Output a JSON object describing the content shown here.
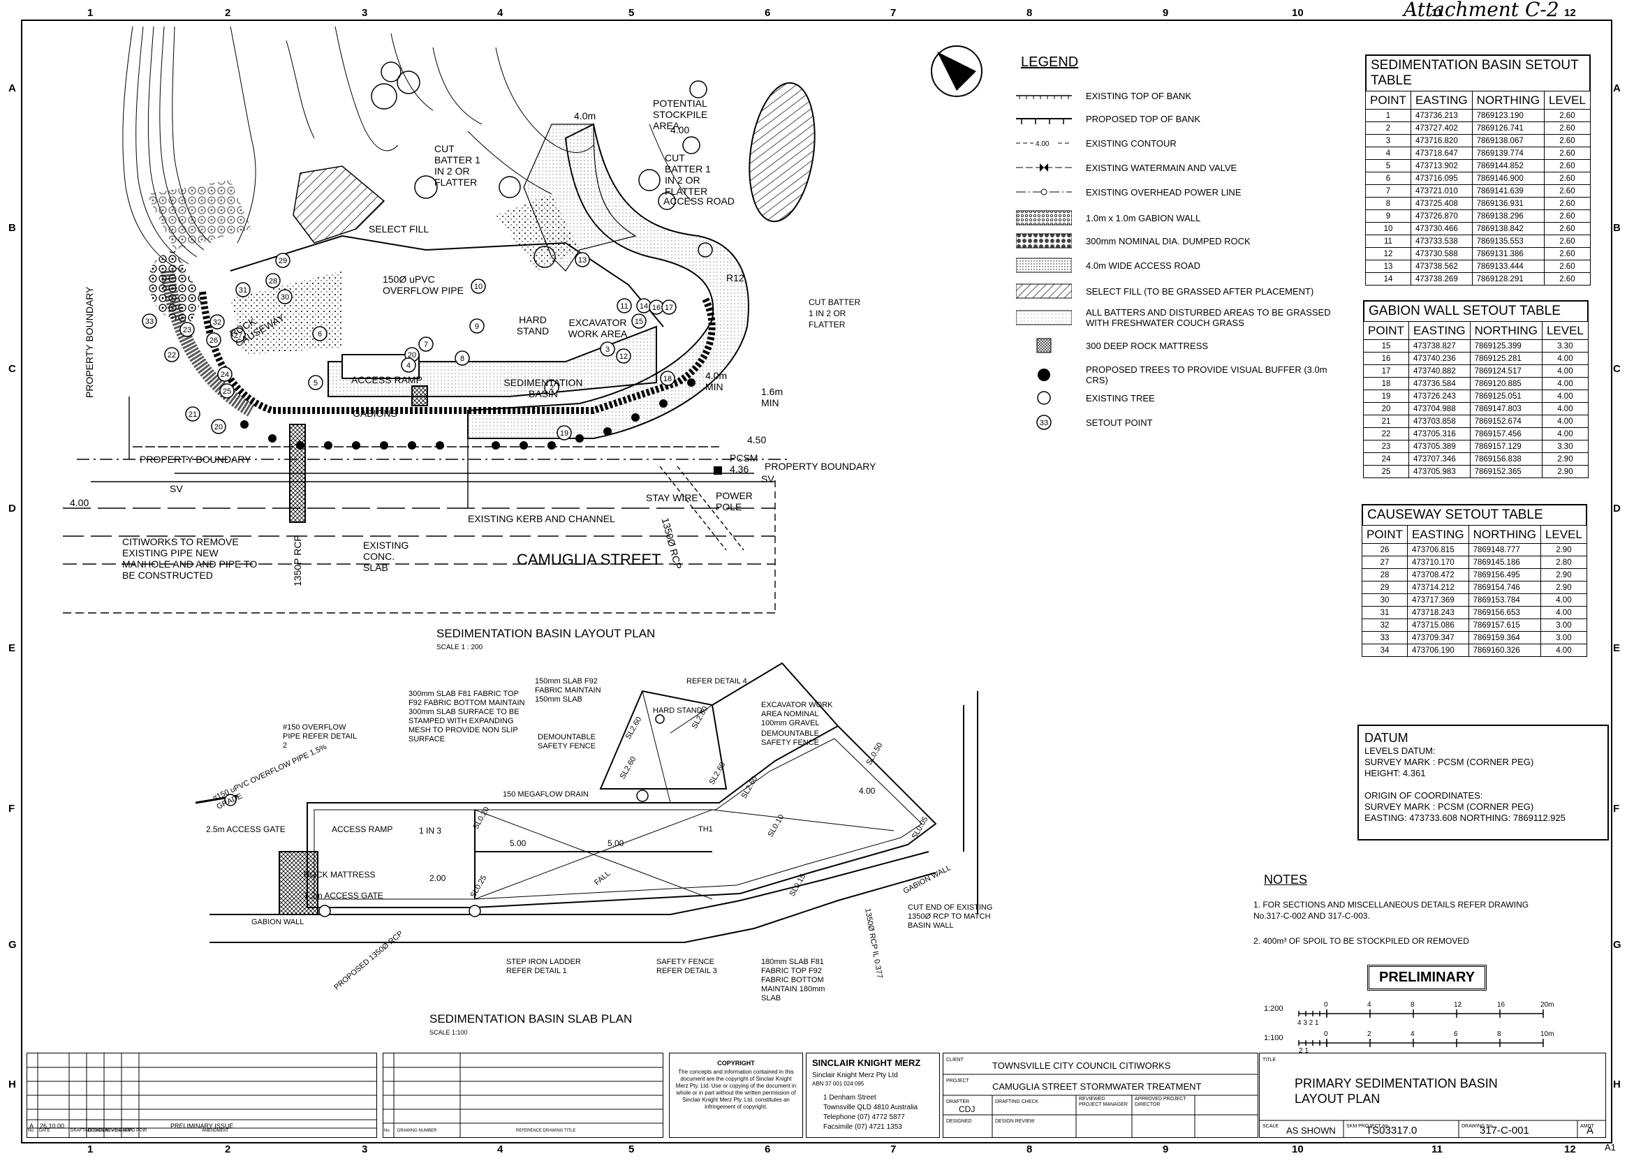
{
  "attachment_note": "Attachment C-2",
  "grid": {
    "columns": [
      "1",
      "2",
      "3",
      "4",
      "5",
      "6",
      "7",
      "8",
      "9",
      "10",
      "11",
      "12"
    ],
    "rows": [
      "A",
      "B",
      "C",
      "D",
      "E",
      "F",
      "G",
      "H"
    ]
  },
  "layout_plan": {
    "title": "SEDIMENTATION BASIN LAYOUT PLAN",
    "scale": "SCALE 1 : 200",
    "street": "CAMUGLIA STREET",
    "labels": {
      "potential_stockpile": "POTENTIAL STOCKPILE AREA",
      "cut_batter_left": "CUT BATTER 1 IN 2 OR FLATTER",
      "cut_batter_right": "CUT BATTER 1 IN 2 OR FLATTER",
      "cut_batter_far": "CUT BATTER 1 IN 2 OR FLATTER",
      "access_road": "ACCESS ROAD",
      "select_fill": "SELECT FILL",
      "overflow_pipe": "150Ø uPVC OVERFLOW PIPE",
      "rock_causeway": "ROCK CAUSEWAY",
      "hard_stand": "HARD STAND",
      "excavator_area": "EXCAVATOR WORK AREA",
      "access_ramp": "ACCESS RAMP",
      "basin": "SEDIMENTATION BASIN",
      "gabions": "GABIONS",
      "property_boundary": "PROPERTY BOUNDARY",
      "property_boundary_2": "PROPERTY BOUNDARY",
      "property_boundary_vert": "PROPERTY BOUNDARY",
      "pcsm": "PCSM 4.36",
      "sv1": "SV",
      "sv2": "SV",
      "stay_wire": "STAY WIRE",
      "power_pole": "POWER POLE",
      "kerb": "EXISTING KERB AND CHANNEL",
      "citiworks": "CITIWORKS TO REMOVE EXISTING PIPE NEW MANHOLE AND AND PIPE TO BE CONSTRUCTED",
      "conc_slab": "EXISTING CONC. SLAB",
      "rcp_1350": "1350Ø RCP",
      "rcp_1350p": "1350P RCP",
      "contour_400a": "4.00",
      "contour_400b": "4.00",
      "contour_450": "4.50",
      "dim_4m": "4.0m",
      "dim_16m": "1.6m MIN",
      "dim_40min": "4.0m MIN",
      "r12": "R12"
    }
  },
  "slab_plan": {
    "title": "SEDIMENTATION BASIN SLAB PLAN",
    "scale": "SCALE 1:100",
    "labels": {
      "slab_300": "300mm SLAB F81 FABRIC TOP F92 FABRIC BOTTOM MAINTAIN 300mm SLAB SURFACE TO BE STAMPED WITH EXPANDING MESH TO PROVIDE NON SLIP SURFACE",
      "slab_150": "150mm SLAB F92 FABRIC MAINTAIN 150mm SLAB",
      "refer4": "REFER DETAIL 4",
      "overflow_pipe": "#150 OVERFLOW PIPE REFER DETAIL 2",
      "upvc": "#150 uPVC OVERFLOW PIPE 1.5% GRADE",
      "demount1": "DEMOUNTABLE SAFETY FENCE",
      "demount2": "DEMOUNTABLE SAFETY FENCE",
      "hardstand": "HARD STAND",
      "excavator": "EXCAVATOR WORK AREA NOMINAL 100mm GRAVEL",
      "megaflow": "150 MEGAFLOW DRAIN",
      "access_gate_25": "2.5m ACCESS GATE",
      "access_ramp": "ACCESS RAMP",
      "one_in_3": "1 IN 3",
      "rock_mattress": "ROCK MATTRESS",
      "access_gate_12": "1.2m ACCESS GATE",
      "gabion_wall": "GABION WALL",
      "gabion_wall_2": "GABION WALL",
      "step_ladder": "STEP IRON LADDER REFER DETAIL 1",
      "safety_fence": "SAFETY FENCE REFER DETAIL 3",
      "slab_180": "180mm SLAB F81 FABRIC TOP F92 FABRIC BOTTOM MAINTAIN 180mm SLAB",
      "cut_end": "CUT END OF EXISTING 1350Ø RCP TO MATCH BASIN WALL",
      "proposed_rcp": "PROPOSED 1350Ø RCP",
      "rcp_il": "1350Ø RCP IL 0.377",
      "dim_500a": "5.00",
      "dim_500b": "5.00",
      "dim_400": "4.00",
      "dim_200": "2.00",
      "fall": "FALL",
      "th1": "TH1",
      "sl": [
        "SL0.20",
        "SL0.25",
        "SL2.60",
        "SL2.60",
        "SL2.60",
        "SL0.15",
        "SL0.05",
        "SL0.10",
        "SL0.50",
        "SL2.60",
        "SL2.80"
      ]
    }
  },
  "legend": {
    "title": "LEGEND",
    "items": [
      "EXISTING TOP OF BANK",
      "PROPOSED TOP OF BANK",
      "EXISTING CONTOUR",
      "EXISTING WATERMAIN AND VALVE",
      "EXISTING OVERHEAD POWER LINE",
      "1.0m x 1.0m GABION WALL",
      "300mm NOMINAL DIA. DUMPED ROCK",
      "4.0m WIDE ACCESS ROAD",
      "SELECT FILL (TO BE GRASSED AFTER PLACEMENT)",
      "ALL BATTERS AND DISTURBED AREAS TO BE GRASSED WITH FRESHWATER COUCH GRASS",
      "300 DEEP ROCK MATTRESS",
      "PROPOSED TREES TO PROVIDE VISUAL BUFFER (3.0m CRS)",
      "EXISTING TREE",
      "SETOUT POINT"
    ],
    "contour_sample": "4.00",
    "setout_sample": "33"
  },
  "tables": {
    "basin": {
      "title": "SEDIMENTATION BASIN SETOUT TABLE",
      "headers": [
        "POINT",
        "EASTING",
        "NORTHING",
        "LEVEL"
      ],
      "rows": [
        [
          "1",
          "473736.213",
          "7869123.190",
          "2.60"
        ],
        [
          "2",
          "473727.402",
          "7869126.741",
          "2.60"
        ],
        [
          "3",
          "473716.820",
          "7869138.067",
          "2.60"
        ],
        [
          "4",
          "473718.647",
          "7869139.774",
          "2.60"
        ],
        [
          "5",
          "473713.902",
          "7869144.852",
          "2.60"
        ],
        [
          "6",
          "473716.095",
          "7869146.900",
          "2.60"
        ],
        [
          "7",
          "473721.010",
          "7869141.639",
          "2.60"
        ],
        [
          "8",
          "473725.408",
          "7869136.931",
          "2.60"
        ],
        [
          "9",
          "473726.870",
          "7869138.296",
          "2.60"
        ],
        [
          "10",
          "473730.466",
          "7869138.842",
          "2.60"
        ],
        [
          "11",
          "473733.538",
          "7869135.553",
          "2.60"
        ],
        [
          "12",
          "473730.588",
          "7869131.386",
          "2.60"
        ],
        [
          "13",
          "473738.562",
          "7869133.444",
          "2.60"
        ],
        [
          "14",
          "473738.269",
          "7869128.291",
          "2.60"
        ]
      ]
    },
    "gabion": {
      "title": "GABION WALL SETOUT TABLE",
      "headers": [
        "POINT",
        "EASTING",
        "NORTHING",
        "LEVEL"
      ],
      "rows": [
        [
          "15",
          "473738.827",
          "7869125.399",
          "3.30"
        ],
        [
          "16",
          "473740.236",
          "7869125.281",
          "4.00"
        ],
        [
          "17",
          "473740.882",
          "7869124.517",
          "4.00"
        ],
        [
          "18",
          "473736.584",
          "7869120.885",
          "4.00"
        ],
        [
          "19",
          "473726.243",
          "7869125.051",
          "4.00"
        ],
        [
          "20",
          "473704.988",
          "7869147.803",
          "4.00"
        ],
        [
          "21",
          "473703.858",
          "7869152.674",
          "4.00"
        ],
        [
          "22",
          "473705.316",
          "7869157.456",
          "4.00"
        ],
        [
          "23",
          "473705.389",
          "7869157.129",
          "3.30"
        ],
        [
          "24",
          "473707.346",
          "7869156.838",
          "2.90"
        ],
        [
          "25",
          "473705.983",
          "7869152.365",
          "2.90"
        ]
      ]
    },
    "causeway": {
      "title": "CAUSEWAY SETOUT TABLE",
      "headers": [
        "POINT",
        "EASTING",
        "NORTHING",
        "LEVEL"
      ],
      "rows": [
        [
          "26",
          "473706.815",
          "7869148.777",
          "2.90"
        ],
        [
          "27",
          "473710.170",
          "7869145.186",
          "2.80"
        ],
        [
          "28",
          "473708.472",
          "7869156.495",
          "2.90"
        ],
        [
          "29",
          "473714.212",
          "7869154.746",
          "2.90"
        ],
        [
          "30",
          "473717.369",
          "7869153.784",
          "4.00"
        ],
        [
          "31",
          "473718.243",
          "7869156.653",
          "4.00"
        ],
        [
          "32",
          "473715.086",
          "7869157.615",
          "3.00"
        ],
        [
          "33",
          "473709.347",
          "7869159.364",
          "3.00"
        ],
        [
          "34",
          "473706.190",
          "7869160.326",
          "4.00"
        ]
      ]
    }
  },
  "datum": {
    "title": "DATUM",
    "lines": [
      "LEVELS DATUM:",
      "SURVEY MARK : PCSM (CORNER PEG)",
      "HEIGHT:  4.361",
      "",
      "ORIGIN OF COORDINATES:",
      "SURVEY MARK : PCSM (CORNER PEG)",
      "EASTING: 473733.608        NORTHING: 7869112.925"
    ]
  },
  "notes": {
    "title": "NOTES",
    "items": [
      "1.  FOR SECTIONS AND MISCELLANEOUS DETAILS REFER DRAWING No.317-C-002 AND 317-C-003.",
      "2.  400m³ OF SPOIL TO BE STOCKPILED OR REMOVED"
    ]
  },
  "preliminary": "PRELIMINARY",
  "scales": {
    "s200": {
      "label": "1:200",
      "ticks": [
        "0",
        "4",
        "8",
        "12",
        "16",
        "20m"
      ],
      "sub": "4 3 2 1"
    },
    "s100": {
      "label": "1:100",
      "ticks": [
        "0",
        "2",
        "4",
        "6",
        "8",
        "10m"
      ],
      "sub": "2 1"
    }
  },
  "title_block": {
    "revision": {
      "rev": "A",
      "date": "26.10.00",
      "amendment": "PRELIMINARY ISSUE"
    },
    "rev_headers": [
      "No",
      "DATE",
      "DRAFTING CHECK",
      "DESIGN REVIEW",
      "REV'D P.MGR",
      "APP'D P.DIR",
      "AMENDMENT"
    ],
    "ref_headers": [
      "No",
      "DRAWING NUMBER",
      "REFERENCE DRAWING TITLE"
    ],
    "copyright_title": "COPYRIGHT",
    "copyright_text": "The concepts and information contained in this document are the copyright of Sinclair Knight Merz Pty. Ltd. Use or copying of the document in whole or in part without the written permission of Sinclair Knight Merz Pty. Ltd. constitutes an infringement of copyright.",
    "firm": "SINCLAIR KNIGHT MERZ",
    "firm_sub": "Sinclair Knight Merz Pty Ltd",
    "firm_abn": "ABN 37 001 024 095",
    "address": [
      "1 Denham Street",
      "Townsville QLD 4810 Australia",
      "Telephone (07) 4772 5877",
      "Facsimile (07) 4721 1353"
    ],
    "client_label": "CLIENT",
    "client": "TOWNSVILLE CITY COUNCIL CITIWORKS",
    "project_label": "PROJECT",
    "project": "CAMUGLIA STREET STORMWATER TREATMENT",
    "drafter_label": "DRAFTER",
    "drafter": "CDJ",
    "drafting_check_label": "DRAFTING CHECK",
    "reviewed_label": "REVIEWED PROJECT MANAGER",
    "approved_label": "APPROVED PROJECT DIRECTOR",
    "designed_label": "DESIGNED",
    "design_review_label": "DESIGN REVIEW",
    "title_label": "TITLE",
    "title_line1": "PRIMARY SEDIMENTATION BASIN",
    "title_line2": "LAYOUT PLAN",
    "scale_label": "SCALE",
    "scale": "AS SHOWN",
    "skm_label": "SKM PROJECT No",
    "skm_project": "TS03317.0",
    "drawing_label": "DRAWING No",
    "drawing_no": "317-C-001",
    "amdt_label": "AMDT",
    "amdt": "A",
    "sheet": "A1"
  }
}
